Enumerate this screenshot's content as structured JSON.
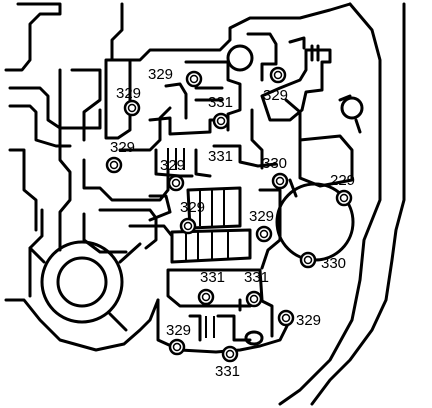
{
  "diagram": {
    "callouts": [
      {
        "id": "c1",
        "text": "329"
      },
      {
        "id": "c2",
        "text": "329"
      },
      {
        "id": "c3",
        "text": "331"
      },
      {
        "id": "c4",
        "text": "329"
      },
      {
        "id": "c5",
        "text": "329"
      },
      {
        "id": "c6",
        "text": "329"
      },
      {
        "id": "c7",
        "text": "331"
      },
      {
        "id": "c8",
        "text": "330"
      },
      {
        "id": "c9",
        "text": "229"
      },
      {
        "id": "c10",
        "text": "329"
      },
      {
        "id": "c11",
        "text": "329"
      },
      {
        "id": "c12",
        "text": "330"
      },
      {
        "id": "c13",
        "text": "331"
      },
      {
        "id": "c14",
        "text": "331"
      },
      {
        "id": "c15",
        "text": "329"
      },
      {
        "id": "c16",
        "text": "329"
      },
      {
        "id": "c17",
        "text": "331"
      }
    ]
  }
}
